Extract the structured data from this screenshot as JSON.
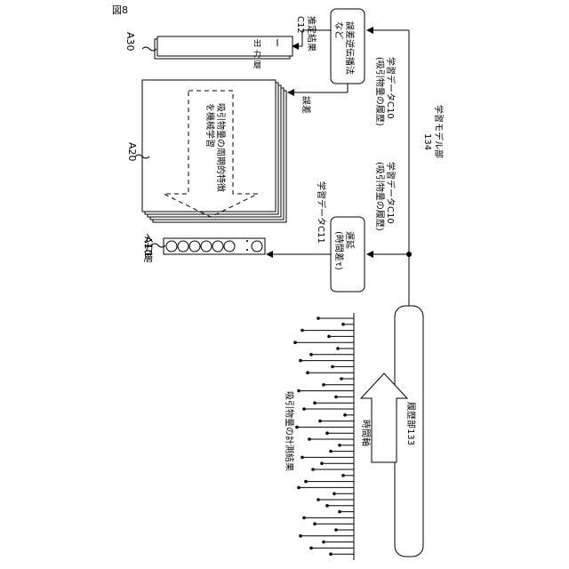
{
  "figure_label": "図8",
  "stacks": {
    "output_layer": {
      "id": "A30",
      "text": "出力層"
    },
    "hidden_layers": {
      "id": "A20"
    },
    "input_layer": {
      "id": "A10",
      "text": "入力層"
    }
  },
  "learning_text": "吸引物量の周期的特徴\nを機械学習",
  "estimate": {
    "title": "推定結果",
    "id": "C12"
  },
  "backprop": {
    "text": "誤差逆伝播法\nなど"
  },
  "error_label": "誤差",
  "delay": {
    "text": "遅延\n(時間差τ)"
  },
  "data_c11": "学習データC11",
  "data_c10_top": {
    "title": "学習データC10",
    "sub": "(吸引物量の履歴)"
  },
  "data_c10_mid": {
    "title": "学習データC10",
    "sub": "(吸引物量の履歴)"
  },
  "model_unit": {
    "title": "学習モデル部",
    "id": "134"
  },
  "measurement_title": "吸引物量の計測結果",
  "time_axis": "時間軸",
  "history_unit": "履歴部133",
  "input_dots": "・・",
  "colors": {
    "line": "#000000",
    "fill": "#ffffff"
  }
}
